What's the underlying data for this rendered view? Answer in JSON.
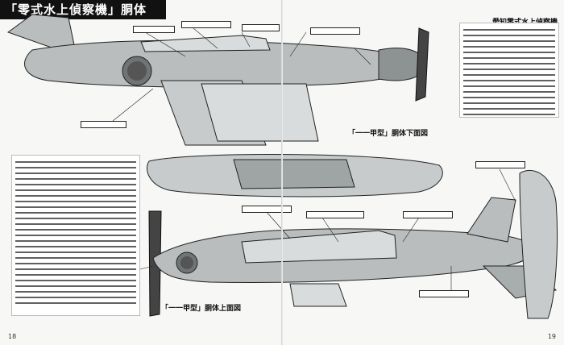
{
  "header": {
    "title": "「零式水上偵察機」胴体",
    "subtitle": "愛知零式水上偵察機"
  },
  "captions": {
    "lower_view": "「一一甲型」胴体下面図",
    "upper_view": "「一一甲型」胴体上面図"
  },
  "pages": {
    "left": "18",
    "right": "19"
  },
  "colors": {
    "title_bg": "#111111",
    "title_text": "#ffffff",
    "aircraft_fill": "#b9bdbd",
    "aircraft_dark": "#6f7474"
  }
}
